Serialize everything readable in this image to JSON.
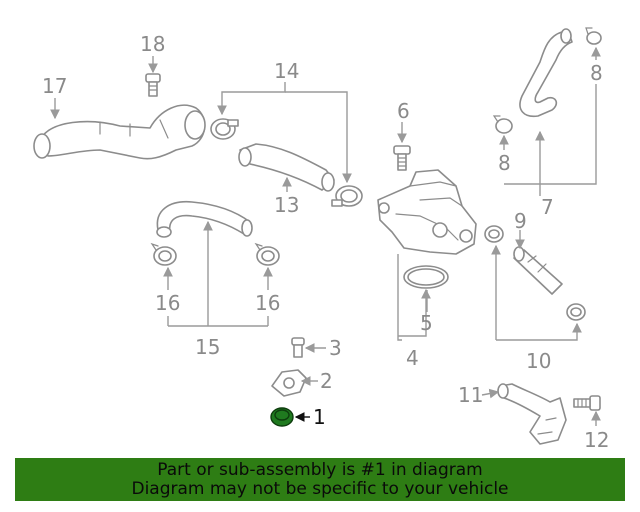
{
  "callouts": {
    "c1": "1",
    "c2": "2",
    "c3": "3",
    "c4": "4",
    "c5": "5",
    "c6": "6",
    "c7": "7",
    "c8a": "8",
    "c8b": "8",
    "c9": "9",
    "c10": "10",
    "c11": "11",
    "c12": "12",
    "c13": "13",
    "c14": "14",
    "c15": "15",
    "c16a": "16",
    "c16b": "16",
    "c17": "17",
    "c18": "18"
  },
  "highlight_color": "#1f7a1f",
  "banner": {
    "line1": "Part or sub-assembly is #1 in diagram",
    "line2": "Diagram may not be specific to your vehicle",
    "color": "#2e7d14"
  }
}
